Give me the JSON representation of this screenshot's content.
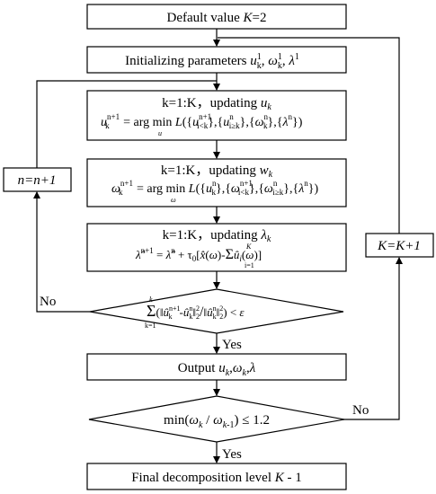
{
  "colors": {
    "line": "#000000",
    "background": "#ffffff"
  },
  "nodes": {
    "default_value": {
      "text": "Default value",
      "var": "K",
      "value": "=2"
    },
    "initializing": {
      "text": "Initializing parameters",
      "vars": [
        "u",
        "k",
        "1",
        "ω",
        "k",
        "1",
        "λ",
        "1"
      ]
    },
    "update_u": {
      "title_prefix": "k=1:K，updating",
      "title_var": "u",
      "title_sub": "k",
      "lhs": "u",
      "lhs_sub": "k",
      "lhs_sup": "n+1",
      "argmin": "= arg min",
      "argmin_sub": "u",
      "expr": "L({u",
      "expr_rest": "i<k},{u i≥k},{ω k},{λ n})"
    },
    "update_w": {
      "title_prefix": "k=1:K，updating",
      "title_var": "w",
      "title_sub": "k",
      "lhs": "ω",
      "lhs_sup": "n+1",
      "argmin": "= arg min",
      "argmin_sub": "ω",
      "expr": "L({u},{ω i<k},{ω i≥k},{λ n})"
    },
    "update_lambda": {
      "title_prefix": "k=1:K，updating",
      "title_var": "λ",
      "title_sub": "k",
      "formula": "λ̂ⁿ⁺¹ = λ̂ⁿ + τ₀[x̂(ω) - Σ û_i(ω)]"
    },
    "convergence": {
      "formula": "Σ (‖ûₖⁿ⁺¹ - ûₖⁿ‖² / ‖ûₖⁿ‖²) < ε"
    },
    "output": {
      "text": "Output",
      "vars": "u, ω, λ",
      "sub": "k"
    },
    "ratio_check": {
      "formula": "min(ωₖ / ωₖ₋₁) ≤ 1.2"
    },
    "final": {
      "text": "Final decomposition level",
      "var": "K",
      "suffix": " - 1"
    },
    "n_increment": {
      "text": "n=n+1"
    },
    "k_increment": {
      "text": "K=K+1"
    }
  },
  "edge_labels": {
    "no_left": "No",
    "yes_conv": "Yes",
    "no_right": "No",
    "yes_ratio": "Yes"
  }
}
